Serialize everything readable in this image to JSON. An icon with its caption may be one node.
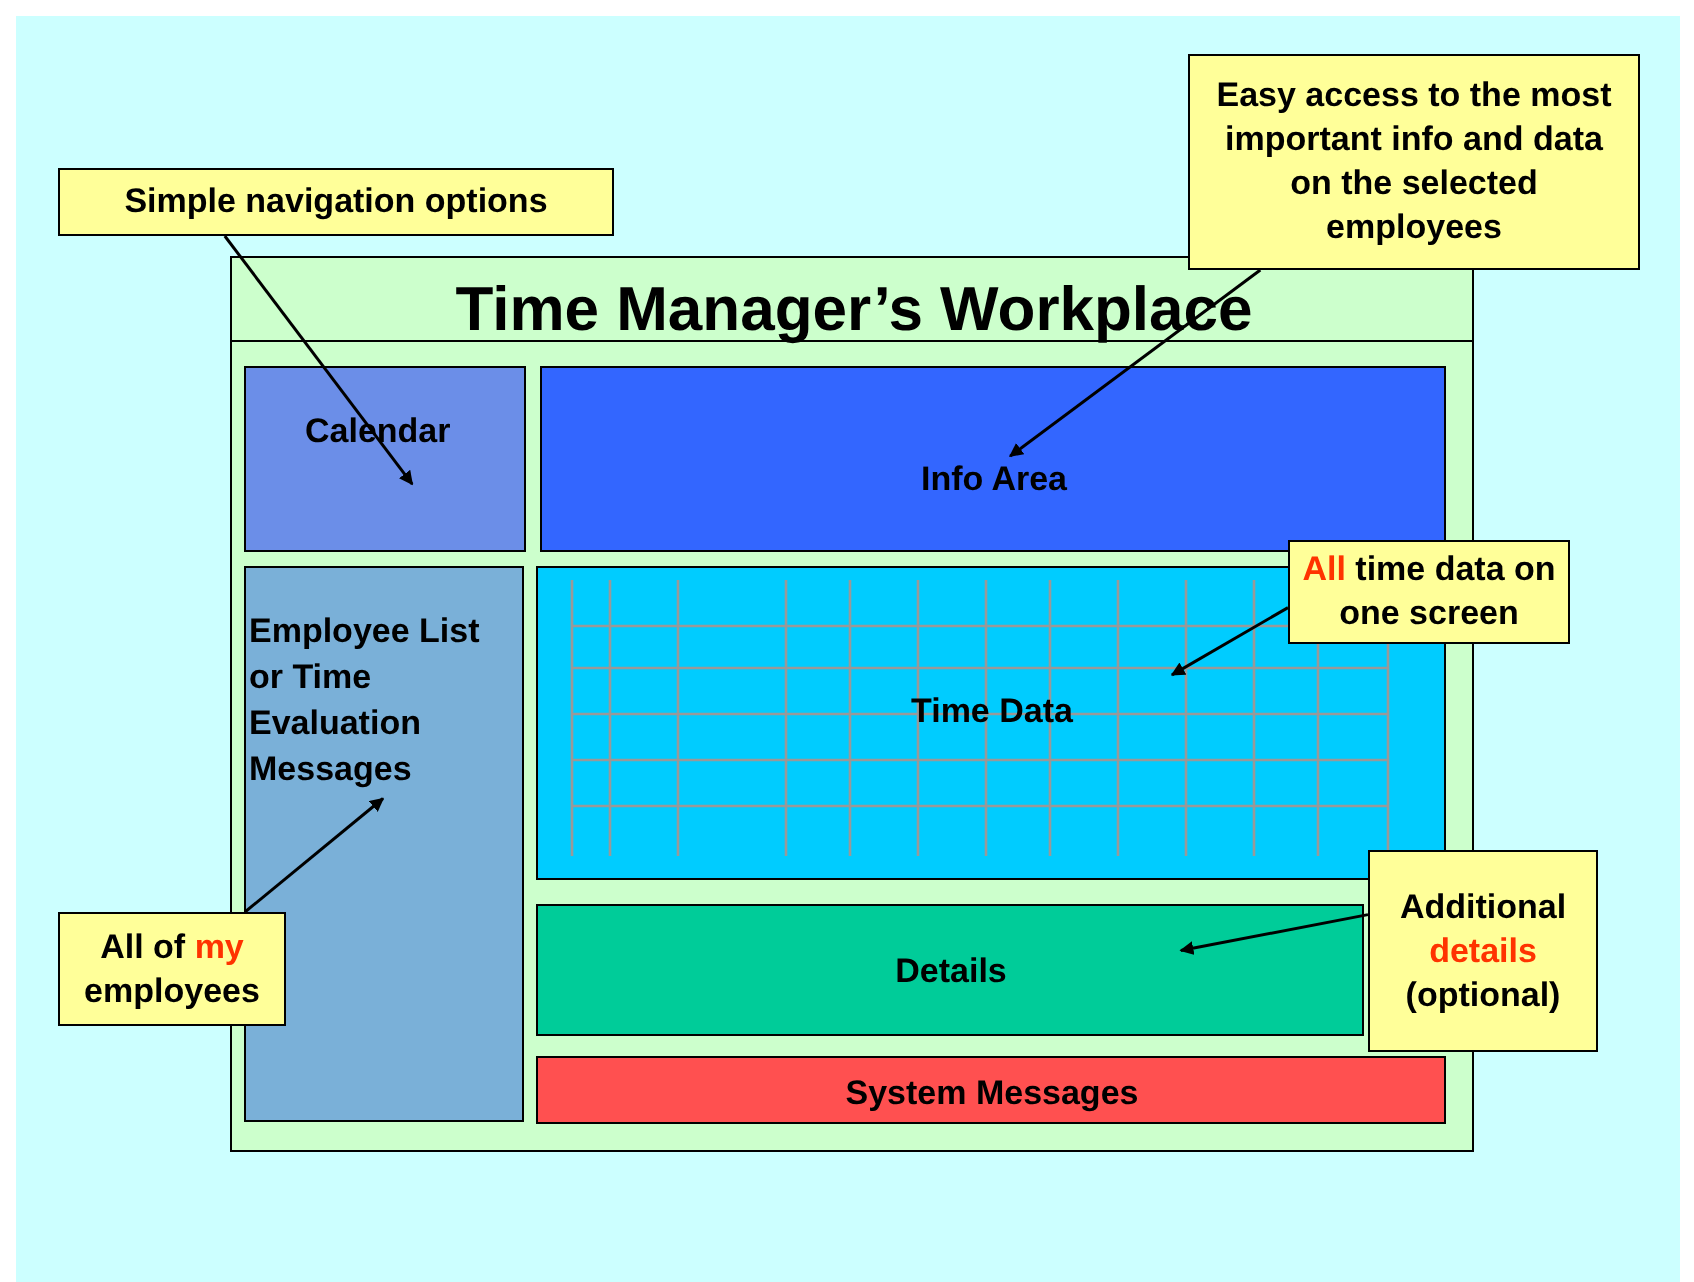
{
  "diagram": {
    "nodes": [
      {
        "text": [
          "Time Manager’s Workplace"
        ]
      },
      {
        "text": [
          "Calendar"
        ],
        "in": 0
      },
      {
        "text": [
          "Info Area"
        ],
        "in": 0
      },
      {
        "text": [
          "Employee List or Time Evaluation Messages"
        ],
        "in": 0
      },
      {
        "text": [
          "Time Data"
        ],
        "in": 0
      },
      {
        "text": [
          "Details"
        ],
        "in": 0
      },
      {
        "text": [
          "System Messages"
        ],
        "in": 0
      },
      {
        "text": [
          "Simple navigation options"
        ]
      },
      {
        "text": [
          "Easy access to the most important info and data on the selected employees"
        ]
      },
      {
        "text": [
          "**All** time data on one screen"
        ]
      },
      {
        "text": [
          "All of **my** employees"
        ]
      },
      {
        "text": [
          "Additional **details** (optional)"
        ]
      }
    ],
    "edges": [
      {
        "from": 7,
        "to": 1,
        "arrow": "to"
      },
      {
        "from": 8,
        "to": 2,
        "arrow": "to"
      },
      {
        "from": 9,
        "to": 4,
        "arrow": "to"
      },
      {
        "from": 10,
        "to": 3,
        "arrow": "to"
      },
      {
        "from": 11,
        "to": 5,
        "arrow": "to"
      }
    ]
  }
}
